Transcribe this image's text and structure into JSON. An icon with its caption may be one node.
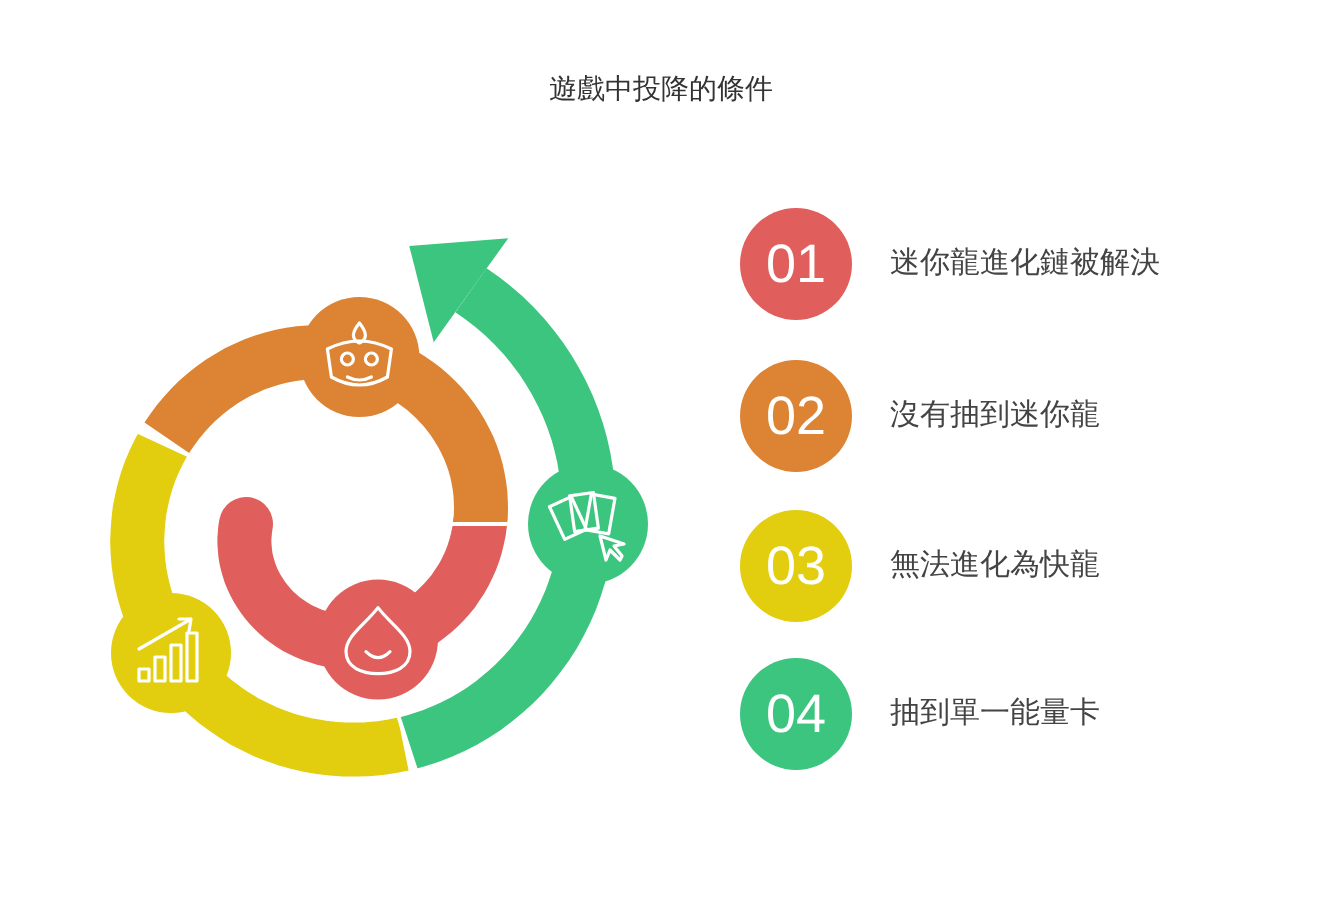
{
  "diagram": {
    "title": "遊戲中投降的條件",
    "nodes": [
      {
        "text": [
          "01"
        ],
        "beside": [
          "迷你龍進化鏈被解決"
        ]
      },
      {
        "text": [
          "02"
        ],
        "beside": [
          "沒有抽到迷你龍"
        ]
      },
      {
        "text": [
          "03"
        ],
        "beside": [
          "無法進化為快龍"
        ]
      },
      {
        "text": [
          "04"
        ],
        "beside": [
          "抽到單一能量卡"
        ]
      }
    ],
    "edges": []
  }
}
